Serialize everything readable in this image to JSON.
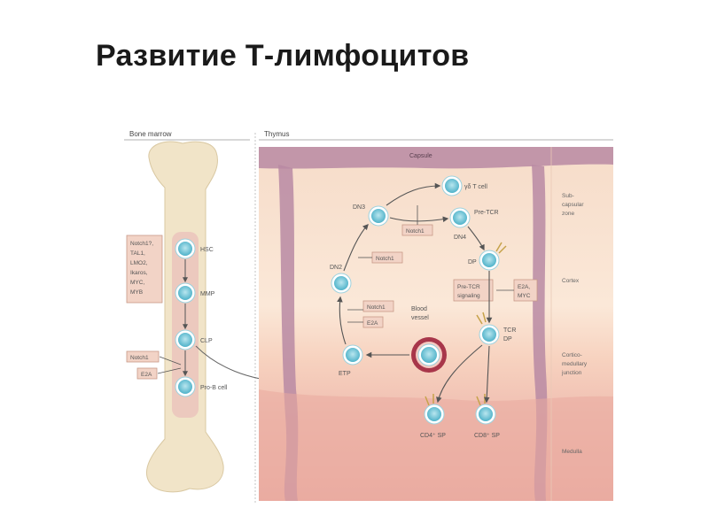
{
  "slide": {
    "title": "Развитие Т-лимфоцитов"
  },
  "panels": {
    "bone_marrow": "Bone marrow",
    "thymus": "Thymus"
  },
  "bone_cells": [
    {
      "id": "hsc",
      "label": "HSC"
    },
    {
      "id": "mmp",
      "label": "MMP"
    },
    {
      "id": "clp",
      "label": "CLP"
    },
    {
      "id": "prob",
      "label": "Pro-B cell"
    }
  ],
  "tf_box": [
    "Notch1?,",
    "TAL1,",
    "LMO2,",
    "Ikaros,",
    "MYC,",
    "MYB"
  ],
  "notch1": "Notch1",
  "e2a": "E2A",
  "capsule": "Capsule",
  "zones": [
    {
      "id": "subcapsular",
      "lines": [
        "Sub-",
        "capsular",
        "zone"
      ]
    },
    {
      "id": "cortex",
      "lines": [
        "Cortex"
      ]
    },
    {
      "id": "cmj",
      "lines": [
        "Cortico-",
        "medullary",
        "junction"
      ]
    },
    {
      "id": "medulla",
      "lines": [
        "Medulla"
      ]
    }
  ],
  "thymus_cells": {
    "gd": "γδ T cell",
    "dn3": "DN3",
    "dn4": "DN4",
    "pretcr": "Pre-TCR",
    "dp": "DP",
    "dn2": "DN2",
    "etp": "ETP",
    "tcr_dp_1": "TCR",
    "tcr_dp_2": "DP",
    "cd4": "CD4⁺ SP",
    "cd8": "CD8⁺ SP"
  },
  "blood_vessel": [
    "Blood",
    "vessel"
  ],
  "pretcr_signal": [
    "Pre-TCR",
    "signaling"
  ],
  "e2a_myc": [
    "E2A,",
    "MYC"
  ],
  "colors": {
    "bone": "#f1e4c8",
    "marrow": "#ecc9be",
    "cell": "#7cc7d9",
    "cell_ring": "#ffffff",
    "box_fill": "#f2d3c6",
    "box_stroke": "#c89a88",
    "capsule": "#b88aa3",
    "cortex": "#fbe7d4",
    "medulla": "#f1c2b7",
    "vessel": "#a8364a"
  }
}
